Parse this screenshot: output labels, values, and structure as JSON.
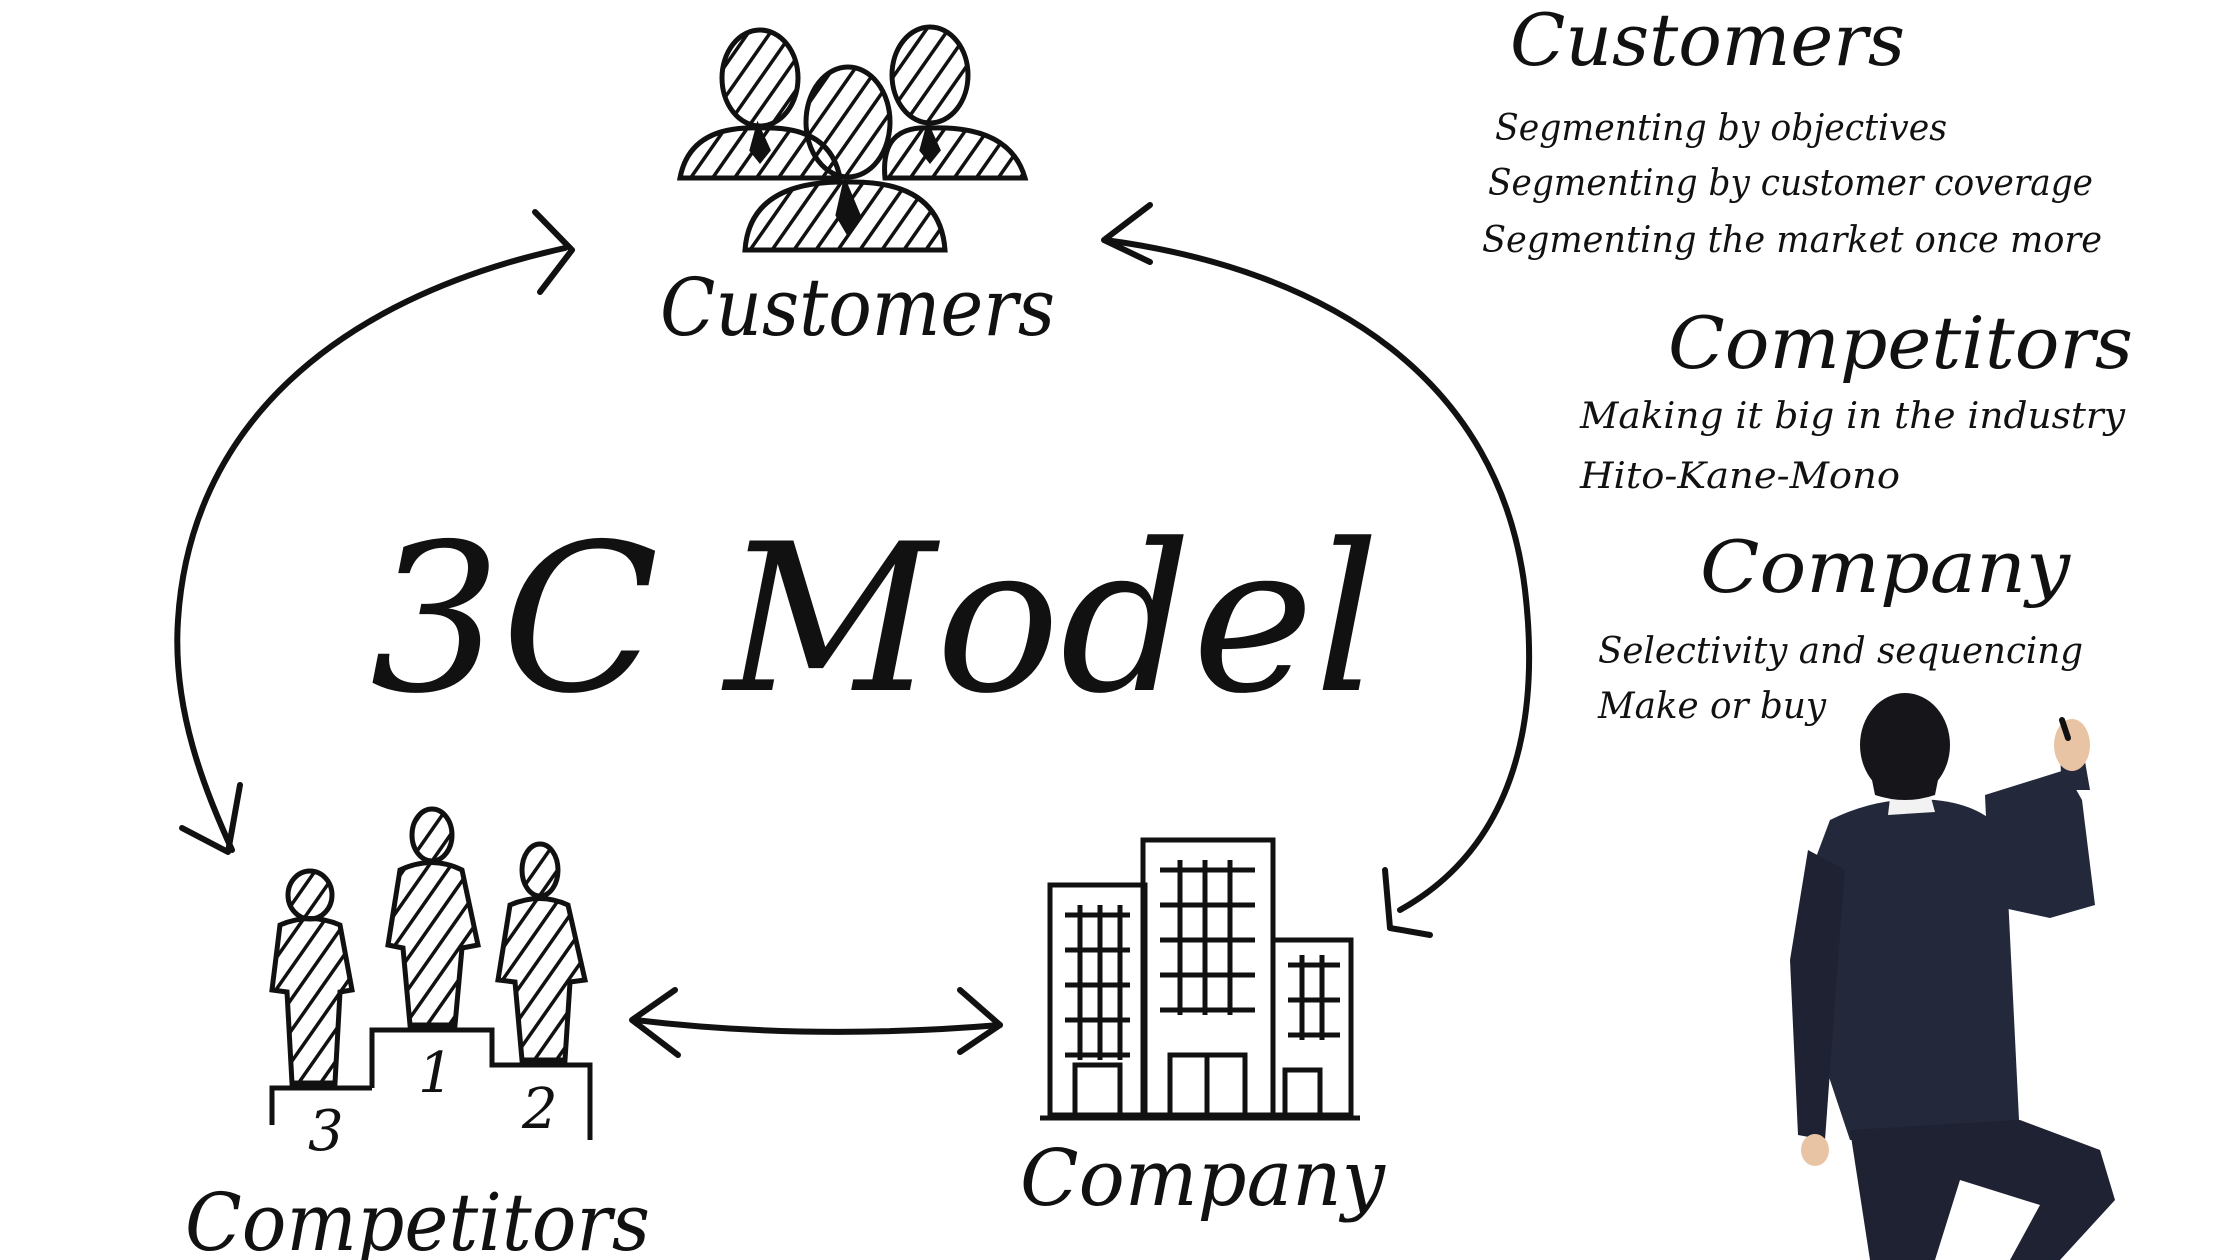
{
  "diagram": {
    "title": "3C Model",
    "nodes": [
      {
        "id": "customers",
        "label": "Customers",
        "icon": "customers-group-icon"
      },
      {
        "id": "competitors",
        "label": "Competitors",
        "icon": "podium-icon",
        "podium_numbers": [
          "1",
          "2",
          "3"
        ]
      },
      {
        "id": "company",
        "label": "Company",
        "icon": "buildings-icon"
      }
    ],
    "edges": [
      {
        "from": "customers",
        "to": "competitors",
        "direction": "both"
      },
      {
        "from": "customers",
        "to": "company",
        "direction": "both"
      },
      {
        "from": "competitors",
        "to": "company",
        "direction": "both"
      }
    ]
  },
  "notes": {
    "customers": {
      "heading": "Customers",
      "items": [
        "Segmenting by objectives",
        "Segmenting by customer coverage",
        "Segmenting the market once more"
      ]
    },
    "competitors": {
      "heading": "Competitors",
      "items": [
        "Making it big in the industry",
        "Hito-Kane-Mono"
      ]
    },
    "company": {
      "heading": "Company",
      "items": [
        "Selectivity and sequencing",
        "Make or buy"
      ]
    }
  },
  "colors": {
    "ink": "#111111",
    "background": "#ffffff",
    "suit": "#23283a",
    "hair": "#16161a",
    "skin": "#e8c4a4"
  }
}
